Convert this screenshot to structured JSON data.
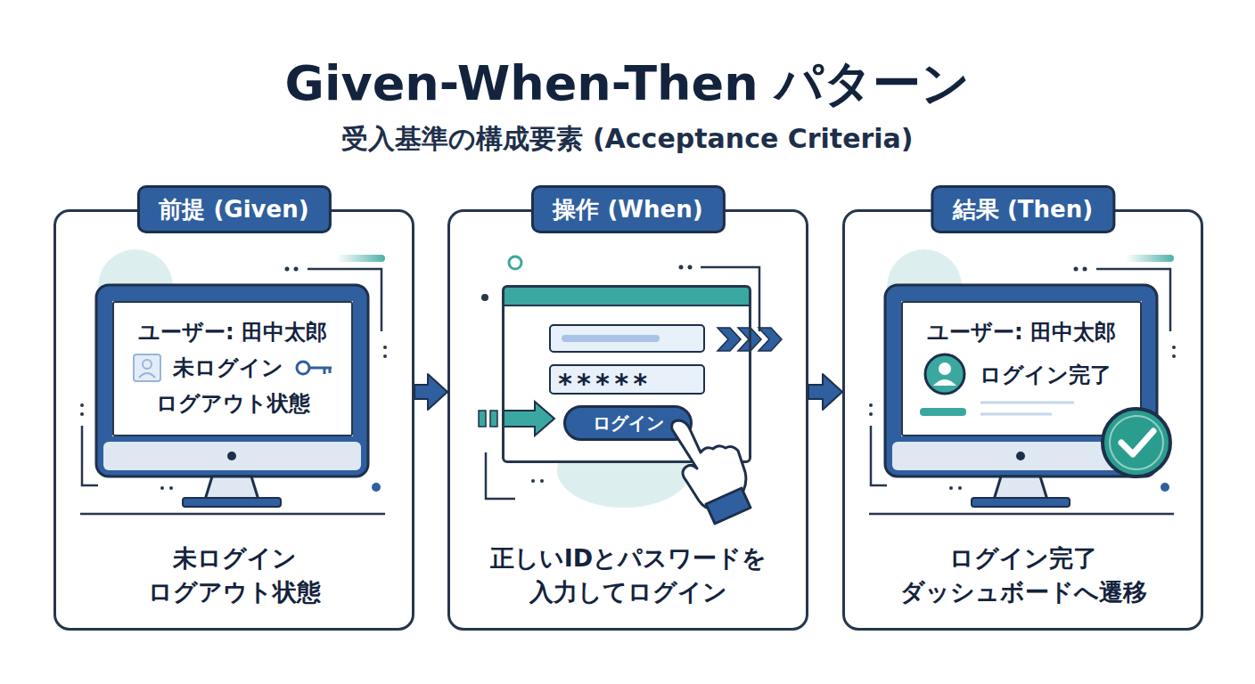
{
  "diagram": {
    "title": "Given-When-Then パターン",
    "nodes": [
      {
        "text": [
          "前提 (Given)",
          "未ログイン ログアウト状態"
        ]
      },
      {
        "text": [
          "ユーザー: 田中太郎",
          "未ログイン",
          "ログアウト状態"
        ],
        "in": 0
      },
      {
        "text": [
          "操作 (When)",
          "正しいIDとパスワードを 入力してログイン"
        ]
      },
      {
        "text": [
          "*****"
        ],
        "in": 2
      },
      {
        "text": [
          "ログイン"
        ],
        "in": 3
      },
      {
        "text": [
          "結果 (Then)",
          "ログイン完了 ダッシュボードへ遷移"
        ]
      },
      {
        "text": [
          "ユーザー: 田中太郎",
          "ログイン完了"
        ],
        "in": 5
      }
    ],
    "edges": [
      {
        "from": 0,
        "to": 2,
        "arrow": "to"
      },
      {
        "from": 2,
        "to": 5,
        "arrow": "to"
      }
    ],
    "labels": [
      "受入基準の構成要素 (Acceptance Criteria)"
    ]
  }
}
